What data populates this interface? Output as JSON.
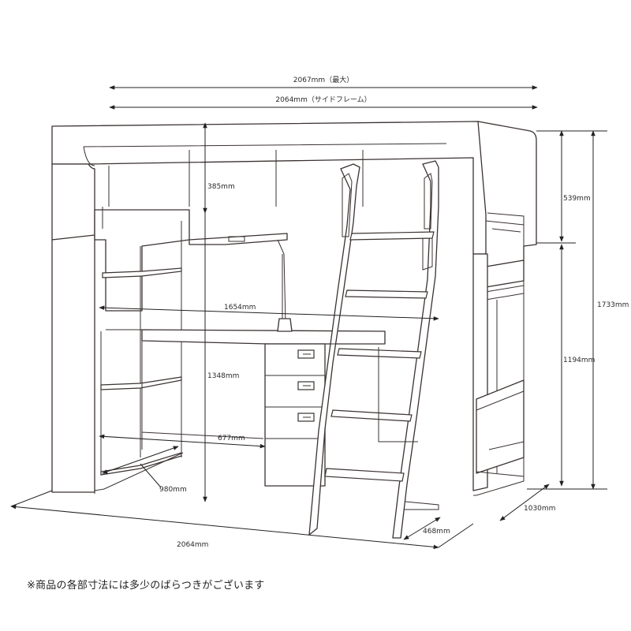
{
  "dimensions": {
    "max_width": "2067mm（最大）",
    "side_frame": "2064mm（サイドフレーム）",
    "top_clearance": "385mm",
    "guard_height": "539mm",
    "total_height": "1733mm",
    "under_height": "1194mm",
    "desk_width": "1654mm",
    "desk_height": "1348mm",
    "shelf_inner": "677mm",
    "shelf_depth": "980mm",
    "depth": "1030mm",
    "ladder_depth": "468mm",
    "bottom_width": "2064mm"
  },
  "note": "※商品の各部寸法には多少のばらつきがございます"
}
